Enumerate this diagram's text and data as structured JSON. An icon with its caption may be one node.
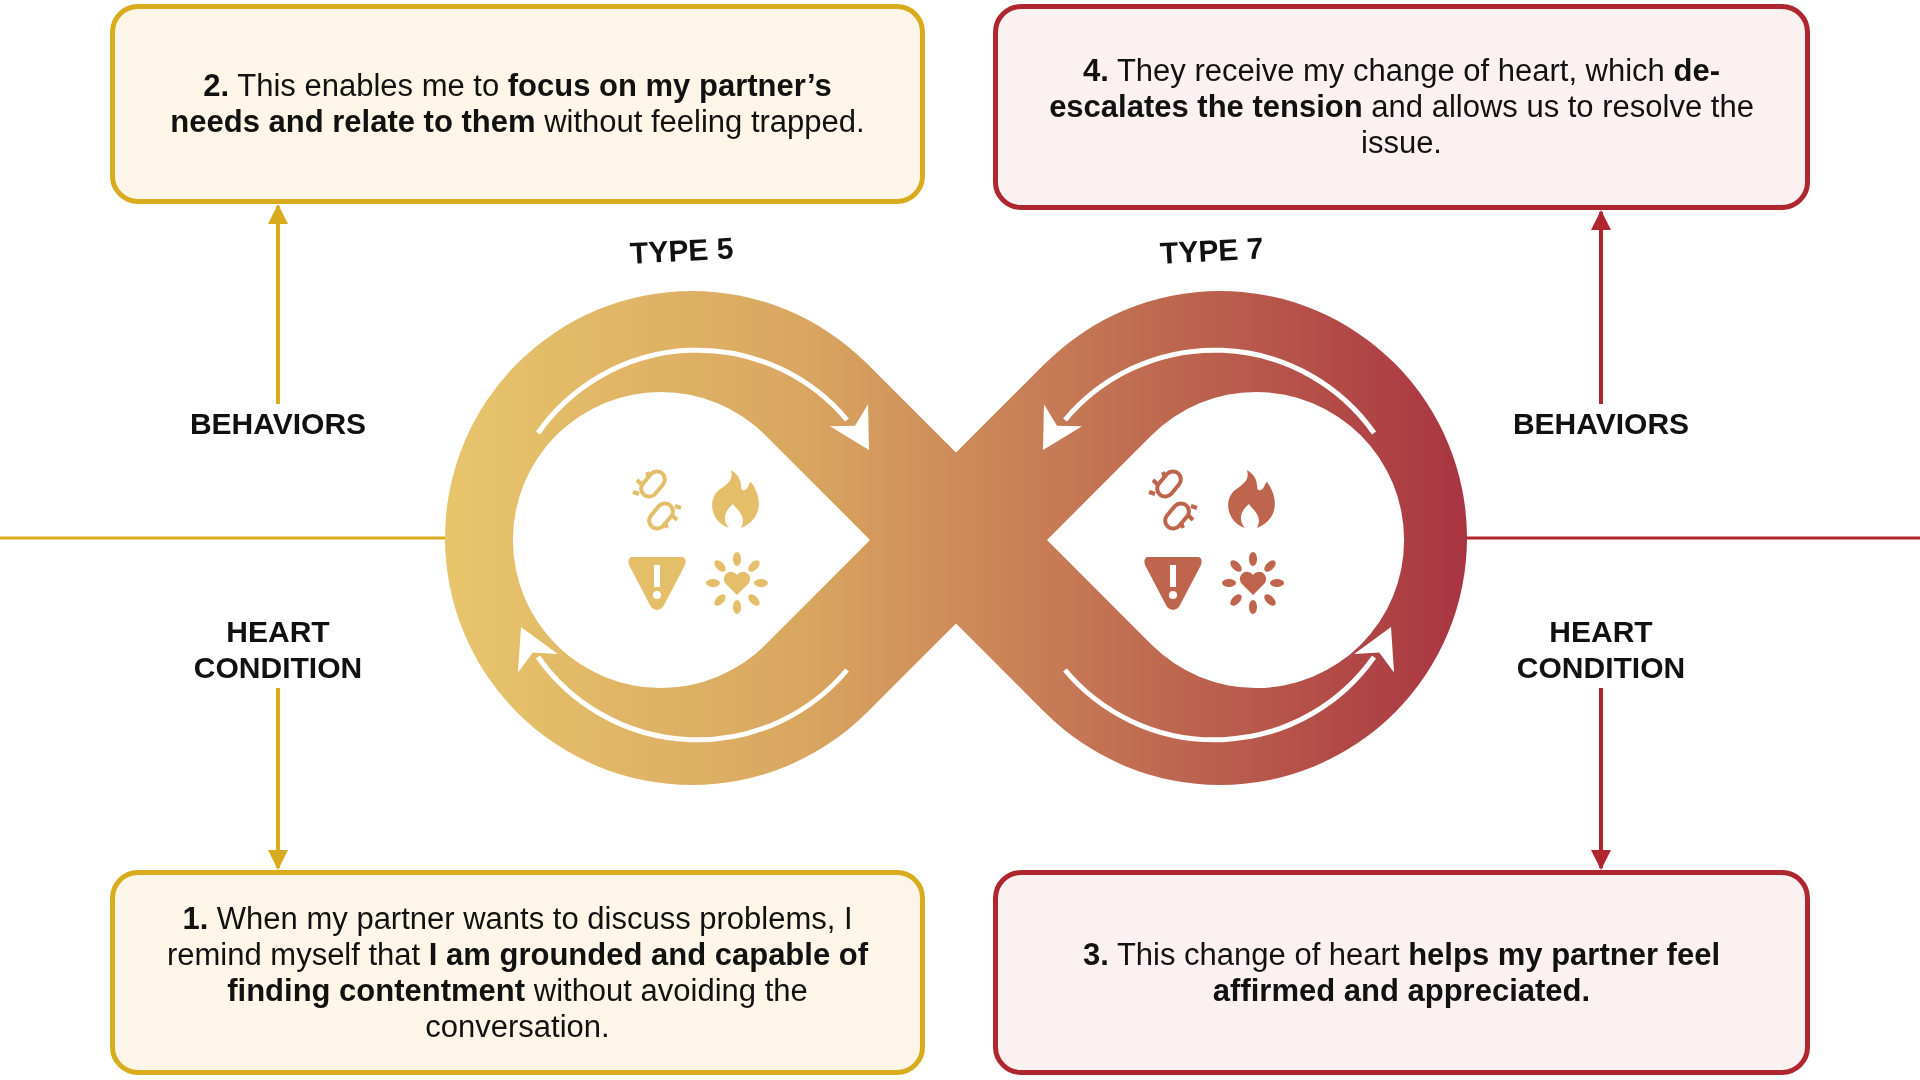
{
  "diagram": {
    "nodes": [
      {
        "text": [
          "**2.** This enables me to **focus on my partner’s needs and relate to them** without feeling trapped."
        ]
      },
      {
        "text": [
          "**4.** They receive my change of heart, which **de-escalates the tension** and allows us to resolve the issue."
        ]
      },
      {
        "text": [
          "BEHAVIORS"
        ]
      },
      {
        "text": [
          "BEHAVIORS"
        ]
      },
      {
        "text": [
          "HEART CONDITION"
        ]
      },
      {
        "text": [
          "HEART CONDITION"
        ]
      },
      {
        "text": [
          "**1.** When my partner wants to discuss problems, I remind myself that **I am grounded and capable of finding contentment** without avoiding the conversation."
        ]
      },
      {
        "text": [
          "**3.** This change of heart **helps my partner feel affirmed and appreciated.**"
        ]
      }
    ],
    "edges": [
      {
        "from": 2,
        "to": 0,
        "arrow": "to",
        "color": "#d9ac1e"
      },
      {
        "from": 3,
        "to": 1,
        "arrow": "to",
        "color": "#b0262f"
      },
      {
        "from": 4,
        "to": 6,
        "arrow": "to",
        "color": "#d9ac1e"
      },
      {
        "from": 5,
        "to": 7,
        "arrow": "to",
        "color": "#b0262f"
      }
    ],
    "labels": [
      "TYPE 5",
      "TYPE 7"
    ]
  }
}
